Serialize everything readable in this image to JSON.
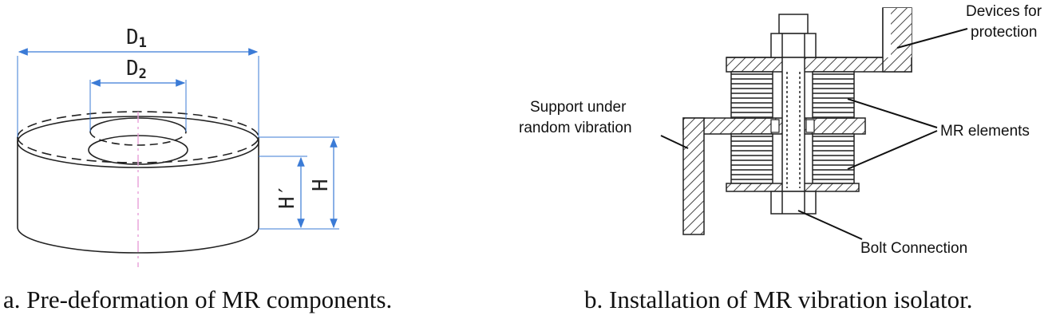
{
  "panel_a": {
    "dim_d1_main": "D",
    "dim_d1_sub": "1",
    "dim_d2_main": "D",
    "dim_d2_sub": "2",
    "dim_h_prime": "H′",
    "dim_h": "H",
    "caption": "a. Pre-deformation of MR components."
  },
  "panel_b": {
    "label_devices_line1": "Devices for",
    "label_devices_line2": "protection",
    "label_support_line1": "Support under",
    "label_support_line2": "random vibration",
    "label_mr_elements": "MR elements",
    "label_bolt": "Bolt Connection",
    "caption": "b. Installation of MR vibration isolator."
  },
  "colors": {
    "dimension_line": "#3b7bd6",
    "center_line": "#e8a0d8",
    "outline": "#222222"
  }
}
